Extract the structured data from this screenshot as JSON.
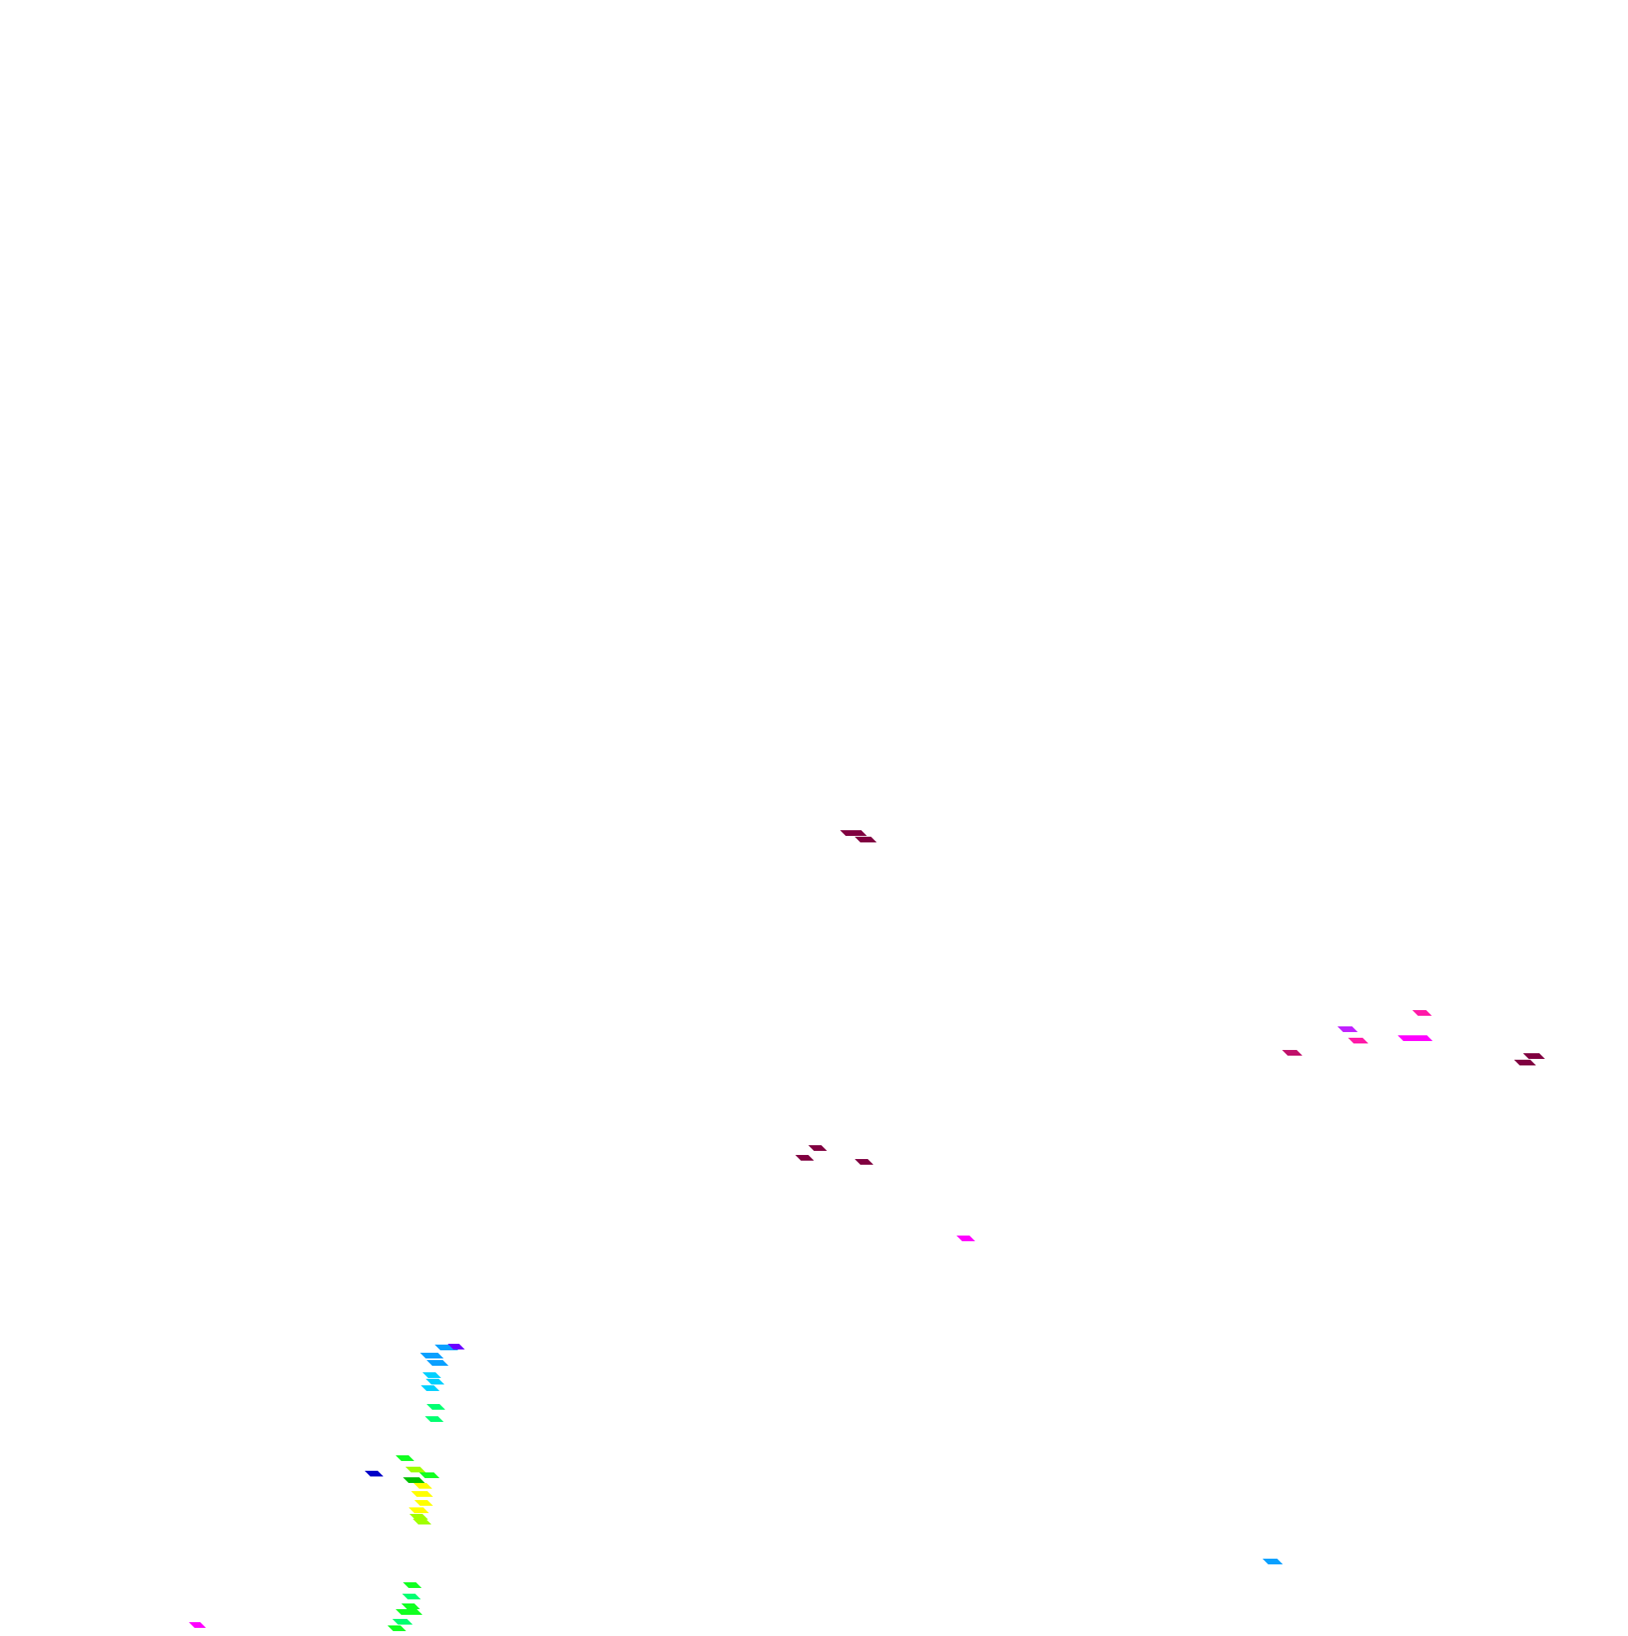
{
  "scene": {
    "background_color": "#ffffff",
    "palette": {
      "maroon": "#800040",
      "crimson": "#c0106a",
      "magenta": "#ff00ff",
      "pink": "#ff1aa8",
      "violet": "#c020ff",
      "purple": "#6a00ff",
      "navy": "#0000c8",
      "azure": "#0aa0ff",
      "cyan": "#00d0ff",
      "spring": "#00ff70",
      "green": "#10ff20",
      "lime": "#a0ff00",
      "yellow": "#ffff00",
      "dark_green": "#00c000"
    },
    "clusters": [
      {
        "name": "maroon-top",
        "count": 2
      },
      {
        "name": "maroon-middle",
        "count": 3
      },
      {
        "name": "magenta-right",
        "count": 5
      },
      {
        "name": "maroon-right",
        "count": 2
      },
      {
        "name": "magenta-center",
        "count": 1
      },
      {
        "name": "blue-cyan-stack",
        "count": 8
      },
      {
        "name": "navy-left",
        "count": 1
      },
      {
        "name": "green-yellow-stack",
        "count": 10
      },
      {
        "name": "azure-bottom-right",
        "count": 1
      },
      {
        "name": "green-bottom-stack",
        "count": 6
      },
      {
        "name": "magenta-bottom-left",
        "count": 1
      }
    ]
  }
}
